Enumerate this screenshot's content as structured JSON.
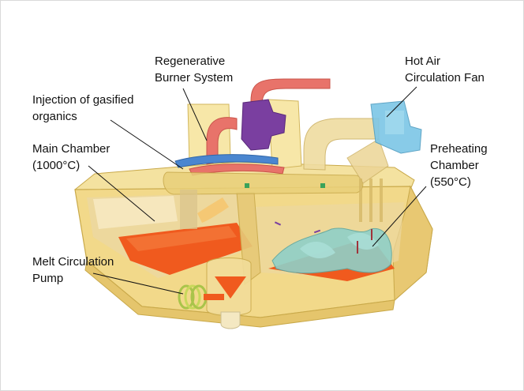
{
  "diagram": {
    "labels": {
      "regen_burner": {
        "line1": "Regenerative",
        "line2": "Burner System"
      },
      "hot_air_fan": {
        "line1": "Hot Air",
        "line2": "Circulation Fan"
      },
      "injection": {
        "line1": "Injection of gasified",
        "line2": "organics"
      },
      "main_chamber": {
        "line1": "Main Chamber",
        "line2": "(1000°C)"
      },
      "preheating_chamber": {
        "line1": "Preheating",
        "line2": "Chamber",
        "line3": "(550°C)"
      },
      "melt_pump": {
        "line1": "Melt Circulation",
        "line2": "Pump"
      }
    },
    "colors": {
      "furnace_body": "#f2d98a",
      "furnace_edge": "#c9a94a",
      "molten_metal": "#f05a1e",
      "burner_block": "#7a3fa0",
      "hot_duct": "#e8736a",
      "cool_duct": "#4a86d0",
      "fan": "#7cc6e6",
      "scrap": "#8fd0c8"
    }
  }
}
